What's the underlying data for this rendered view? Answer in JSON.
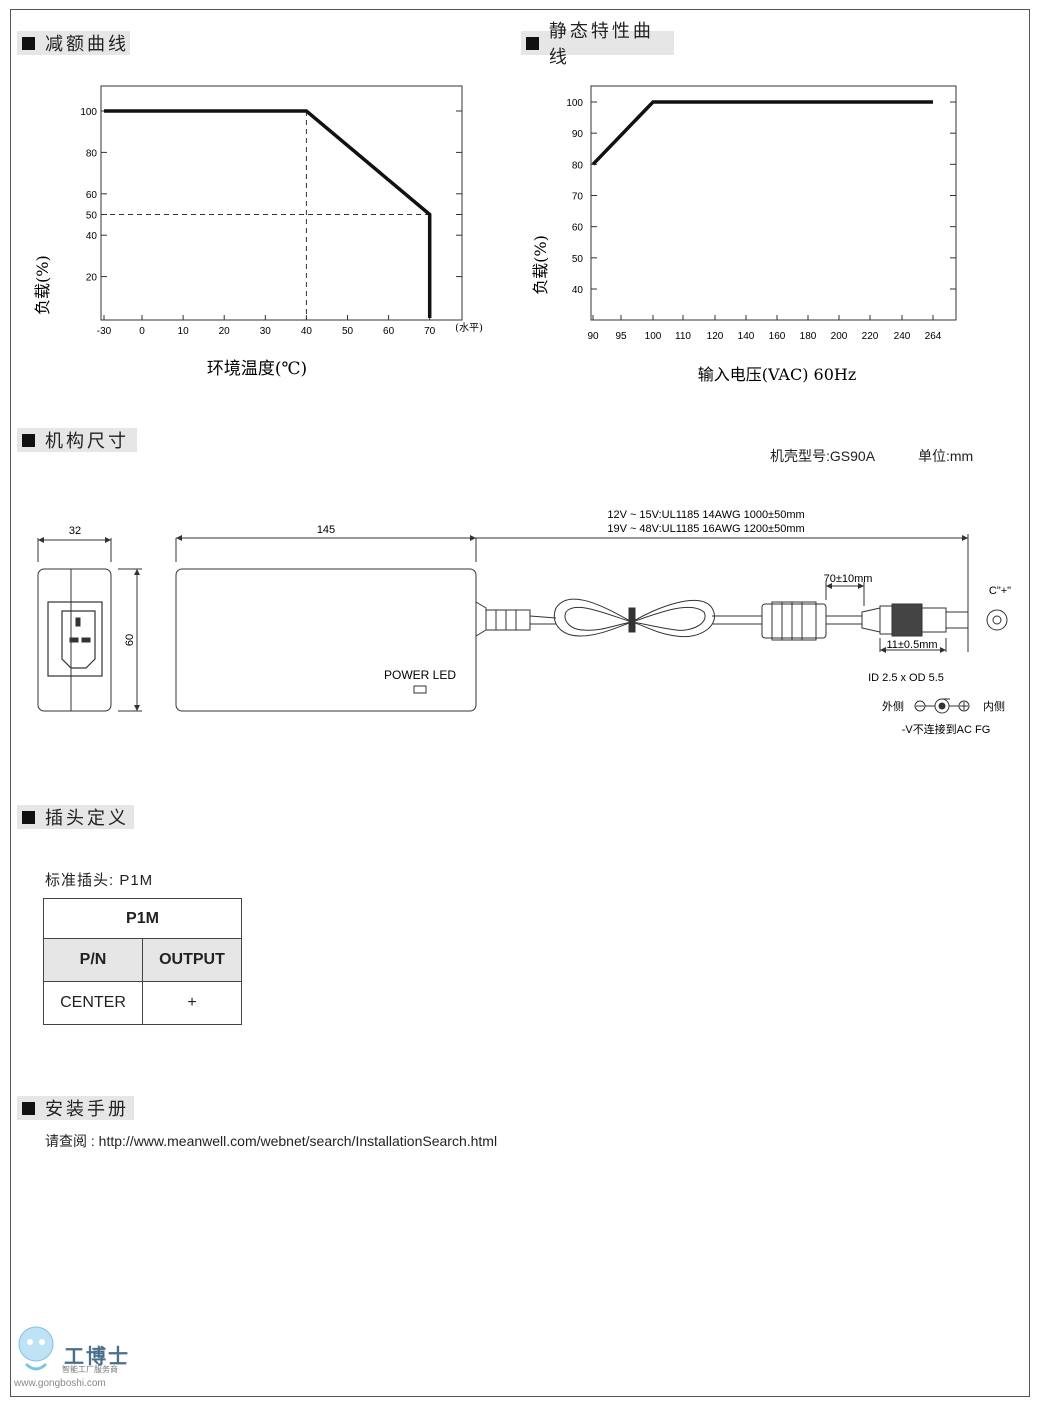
{
  "sections": {
    "derating": "减额曲线",
    "static": "静态特性曲线",
    "mechanical": "机构尺寸",
    "plug": "插头定义",
    "manual": "安装手册"
  },
  "chart_data": [
    {
      "type": "line",
      "title": "减额曲线",
      "xlabel": "环境温度(℃)",
      "x_unit_note": "(水平)",
      "ylabel": "负载(%)",
      "x_ticks": [
        "-30",
        "0",
        "10",
        "20",
        "30",
        "40",
        "50",
        "60",
        "70"
      ],
      "y_ticks": [
        "20",
        "40",
        "50",
        "60",
        "80",
        "100"
      ],
      "series": [
        {
          "x": [
            -30,
            40,
            70,
            70
          ],
          "y": [
            100,
            100,
            50,
            0
          ]
        }
      ],
      "reference_lines": [
        {
          "x": 40,
          "style": "dashed"
        },
        {
          "y": 50,
          "style": "dashed"
        }
      ],
      "xlim": [
        -30,
        78
      ],
      "ylim": [
        0,
        110
      ]
    },
    {
      "type": "line",
      "title": "静态特性曲线",
      "xlabel": "输入电压(VAC) 60Hz",
      "ylabel": "负载(%)",
      "x_ticks": [
        "90",
        "95",
        "100",
        "110",
        "120",
        "140",
        "160",
        "180",
        "200",
        "220",
        "240",
        "264"
      ],
      "y_ticks": [
        "40",
        "50",
        "60",
        "70",
        "80",
        "90",
        "100"
      ],
      "series": [
        {
          "x": [
            "90",
            "100",
            "264"
          ],
          "y": [
            80,
            100,
            100
          ]
        }
      ],
      "ylim": [
        30,
        105
      ]
    }
  ],
  "mech": {
    "model_label": "机壳型号:GS90A",
    "unit_label": "单位:mm",
    "dim_32": "32",
    "dim_60": "60",
    "dim_145": "145",
    "cable_line1": "12V ~ 15V:UL1185 14AWG 1000±50mm",
    "cable_line2": "19V ~ 48V:UL1185 16AWG 1200±50mm",
    "dim_70": "70±10mm",
    "dim_11": "11±0.5mm",
    "power_led": "POWER LED",
    "center": "C\"+\"",
    "id_od": "ID 2.5 x OD 5.5",
    "outer": "外侧",
    "inner": "内侧",
    "note": "-V不连接到AC FG"
  },
  "plug": {
    "standard": "标准插头: P1M",
    "table_title": "P1M",
    "col1": "P/N",
    "col2": "OUTPUT",
    "row1_pn": "CENTER",
    "row1_out": "+"
  },
  "manual": {
    "text": "请查阅 : http://www.meanwell.com/webnet/search/InstallationSearch.html"
  },
  "watermark": {
    "name": "工博士",
    "tagline": "智能工厂服务商",
    "url": "www.gongboshi.com"
  }
}
